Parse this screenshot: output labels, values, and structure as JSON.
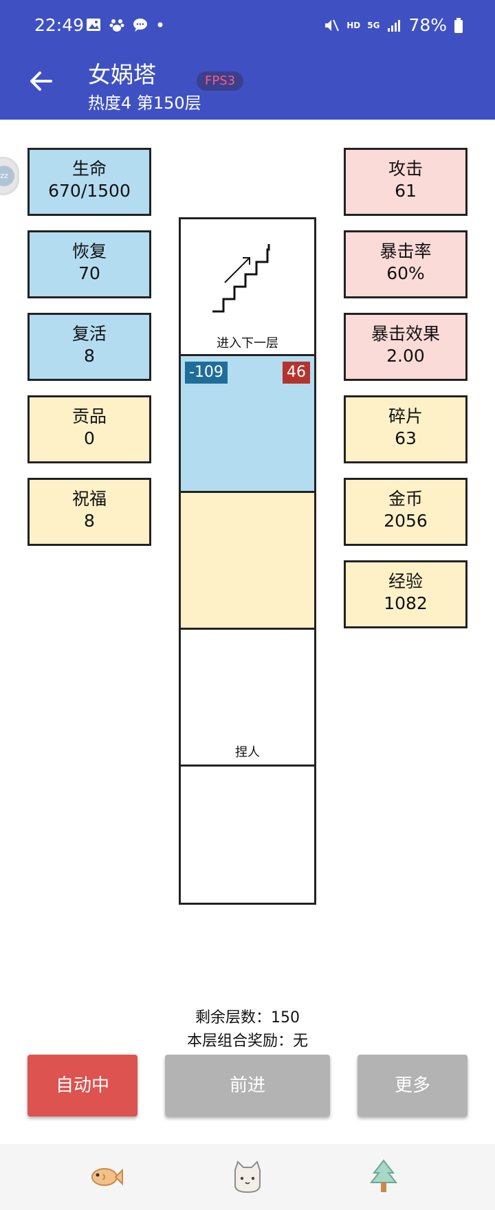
{
  "status_bar": {
    "time": "22:49",
    "battery": "78%",
    "hd": "HD",
    "net": "5G"
  },
  "header": {
    "title": "女娲塔",
    "subtitle": "热度4 第150层",
    "fps_badge": "FPS3"
  },
  "left_stats": [
    {
      "label": "生命",
      "value": "670/1500"
    },
    {
      "label": "恢复",
      "value": "70"
    },
    {
      "label": "复活",
      "value": "8"
    },
    {
      "label": "贡品",
      "value": "0"
    },
    {
      "label": "祝福",
      "value": "8"
    }
  ],
  "right_stats": [
    {
      "label": "攻击",
      "value": "61"
    },
    {
      "label": "暴击率",
      "value": "60%"
    },
    {
      "label": "暴击效果",
      "value": "2.00"
    },
    {
      "label": "碎片",
      "value": "63"
    },
    {
      "label": "金币",
      "value": "2056"
    },
    {
      "label": "经验",
      "value": "1082"
    }
  ],
  "tower": {
    "stairs_label": "进入下一层",
    "enemy_hp": "-109",
    "enemy_atk": "46",
    "npc_label": "捏人"
  },
  "info": {
    "remaining": "剩余层数：150",
    "combo": "本层组合奖励：无"
  },
  "buttons": {
    "auto": "自动中",
    "forward": "前进",
    "more": "更多"
  },
  "colors": {
    "header_bg": "#3f51c2",
    "stat_blue": "#b3dcf0",
    "stat_pink": "#fadbd8",
    "stat_yellow": "#fef1c8",
    "auto_button": "#dc5350",
    "disabled_button": "#b3b3b3"
  },
  "bottom_nav": [
    "fish-icon",
    "cat-icon",
    "tree-icon"
  ]
}
